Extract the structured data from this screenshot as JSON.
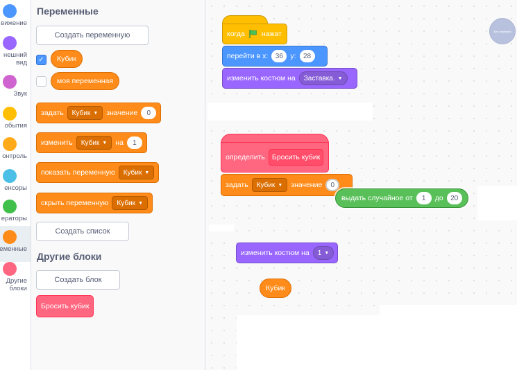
{
  "categories": [
    {
      "label": "вижение",
      "color": "#4c97ff"
    },
    {
      "label": "нешний\nвид",
      "color": "#9966ff"
    },
    {
      "label": "Звук",
      "color": "#cf63cf"
    },
    {
      "label": "обытия",
      "color": "#ffbf00"
    },
    {
      "label": "онтроль",
      "color": "#ffab19"
    },
    {
      "label": "енсоры",
      "color": "#4cbfe6"
    },
    {
      "label": "ераторы",
      "color": "#40bf4a"
    },
    {
      "label": "еременные",
      "color": "#ff8c1a",
      "active": true
    },
    {
      "label": "Другие\nблоки",
      "color": "#ff6680"
    }
  ],
  "palette": {
    "variables_title": "Переменные",
    "create_variable": "Создать переменную",
    "vars": [
      {
        "label": "Кубик",
        "checked": true
      },
      {
        "label": "моя переменная",
        "checked": false
      }
    ],
    "set_block": {
      "label": "задать",
      "var": "Кубик",
      "mid": "значение",
      "value": "0"
    },
    "change_block": {
      "label": "изменить",
      "var": "Кубик",
      "mid": "на",
      "value": "1"
    },
    "show_block": {
      "label": "показать переменную",
      "var": "Кубик"
    },
    "hide_block": {
      "label": "скрыть переменную",
      "var": "Кубик"
    },
    "create_list": "Создать список",
    "more_title": "Другие блоки",
    "create_block": "Создать блок",
    "custom_block": "Бросить кубик"
  },
  "script": {
    "when_flag": {
      "label": "когда",
      "suffix": "нажат"
    },
    "goto": {
      "label": "перейти в x:",
      "x": "36",
      "ylabel": "y:",
      "y": "28"
    },
    "switch_costume": {
      "label": "изменить костюм на",
      "value": "Заставка."
    },
    "define": {
      "label": "определить",
      "name": "Бросить кубик"
    },
    "set_var": {
      "label": "задать",
      "var": "Кубик",
      "mid": "значение",
      "value": "0"
    },
    "random": {
      "label": "выдать случайное от",
      "from": "1",
      "mid": "до",
      "to": "20"
    },
    "switch_costume2": {
      "label": "изменить костюм на",
      "value": "1"
    },
    "var_reporter": "Кубик"
  },
  "sprite_label": "Без названия"
}
